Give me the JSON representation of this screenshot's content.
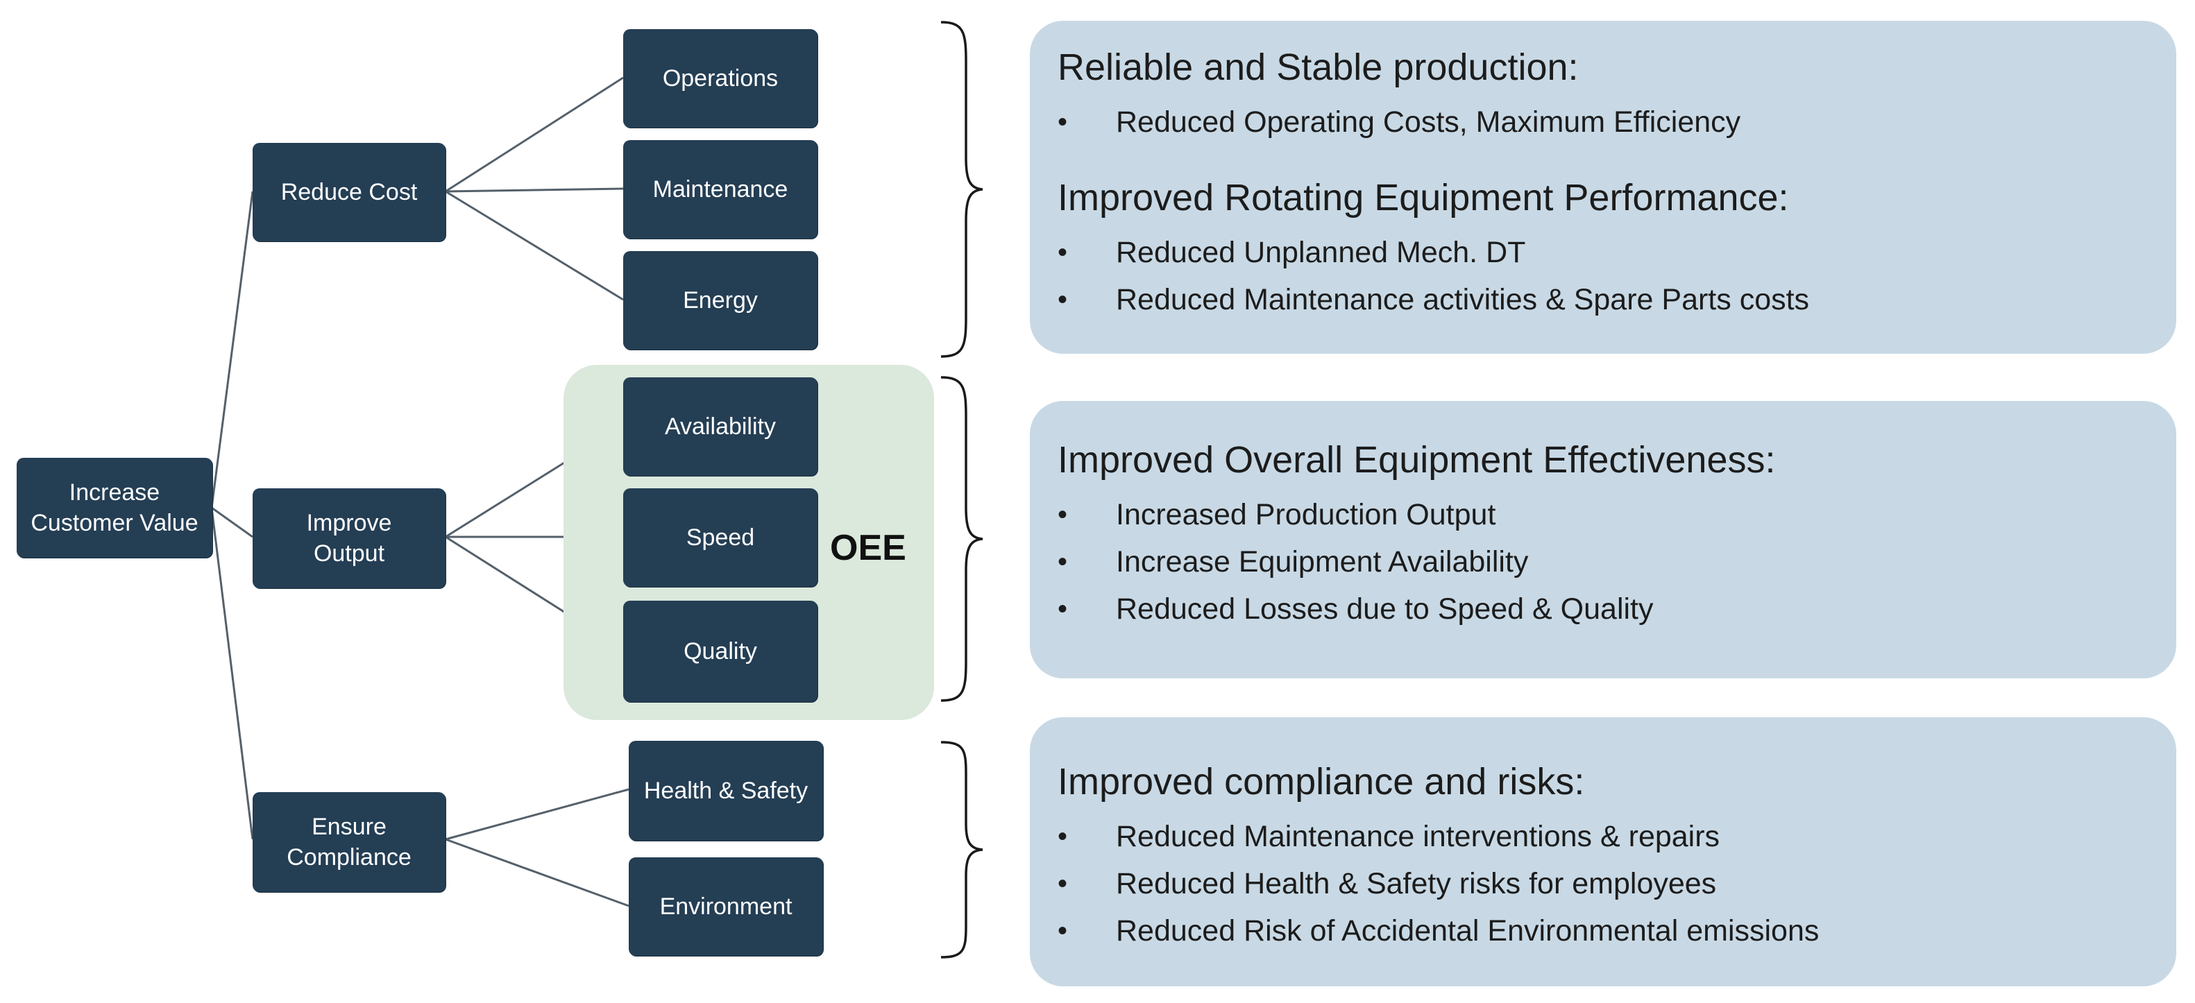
{
  "tree": {
    "root": "Increase\nCustomer Value",
    "levels": [
      {
        "label": "Reduce Cost",
        "children": [
          "Operations",
          "Maintenance",
          "Energy"
        ]
      },
      {
        "label": "Improve\nOutput",
        "children": [
          "Availability",
          "Speed",
          "Quality"
        ]
      },
      {
        "label": "Ensure\nCompliance",
        "children": [
          "Health & Safety",
          "Environment"
        ]
      }
    ]
  },
  "oee_label": "OEE",
  "panels": {
    "cost": {
      "sections": [
        {
          "heading": "Reliable and Stable production:",
          "bullets": [
            "Reduced Operating Costs, Maximum Efficiency"
          ]
        },
        {
          "heading": "Improved Rotating Equipment Performance:",
          "bullets": [
            "Reduced Unplanned Mech. DT",
            "Reduced Maintenance activities & Spare Parts costs"
          ]
        }
      ]
    },
    "output": {
      "sections": [
        {
          "heading": "Improved Overall Equipment Effectiveness:",
          "bullets": [
            "Increased Production Output",
            "Increase Equipment Availability",
            "Reduced Losses due to Speed & Quality"
          ]
        }
      ]
    },
    "compliance": {
      "sections": [
        {
          "heading": "Improved compliance and risks:",
          "bullets": [
            "Reduced Maintenance interventions & repairs",
            "Reduced Health & Safety risks for employees",
            "Reduced Risk of Accidental Environmental emissions"
          ]
        }
      ]
    }
  },
  "colors": {
    "node_fill": "#243e54",
    "node_text": "#ffffff",
    "oee_panel": "#dbe8dc",
    "info_panel": "#c8d9e5",
    "connector": "#55606a"
  }
}
